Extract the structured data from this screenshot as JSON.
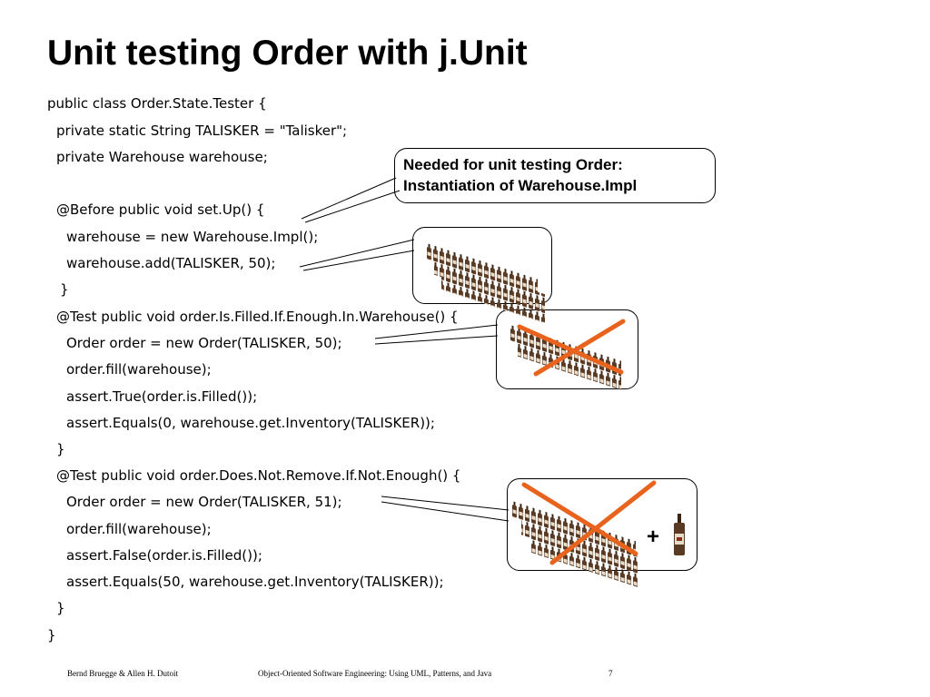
{
  "slide": {
    "title": "Unit testing Order with j.Unit",
    "code_lines": [
      "public class Order.State.Tester {",
      "private static String TALISKER = \"Talisker\";",
      "private Warehouse warehouse;",
      "@Before public void set.Up() {",
      "warehouse = new Warehouse.Impl();",
      "warehouse.add(TALISKER, 50);",
      "}",
      "@Test public void order.Is.Filled.If.Enough.In.Warehouse() {",
      "Order order = new Order(TALISKER, 50);",
      "order.fill(warehouse);",
      "assert.True(order.is.Filled());",
      "assert.Equals(0, warehouse.get.Inventory(TALISKER));",
      "}",
      "@Test public void order.Does.Not.Remove.If.Not.Enough() {",
      "Order order = new Order(TALISKER, 51);",
      "order.fill(warehouse);",
      "assert.False(order.is.Filled());",
      "assert.Equals(50, warehouse.get.Inventory(TALISKER));",
      "}",
      "}"
    ],
    "callout": {
      "line1": "Needed for unit testing Order:",
      "line2": "Instantiation of Warehouse.Impl"
    },
    "plus_sign": "+",
    "footer": {
      "authors": "Bernd Bruegge & Allen H. Dutoit",
      "book": "Object-Oriented Software Engineering: Using UML, Patterns, and Java",
      "page": "7"
    },
    "colors": {
      "cross": "#e8641e",
      "bottle": "#5a3a22",
      "label": "#e8dcc8"
    }
  }
}
